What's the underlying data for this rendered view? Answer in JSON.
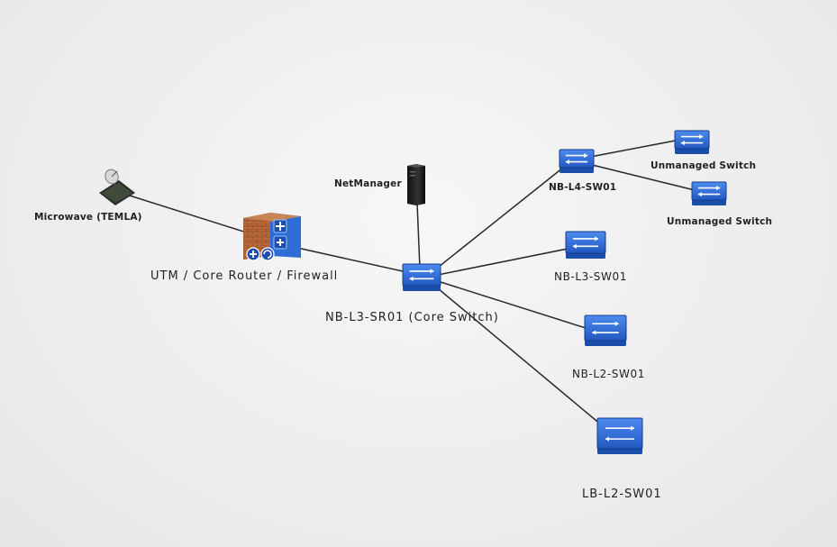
{
  "diagram": {
    "nodes": [
      {
        "id": "microwave",
        "label": "Microwave (TEMLA)",
        "icon": "satellite-dish-icon"
      },
      {
        "id": "utm",
        "label": "UTM / Core Router / Firewall",
        "icon": "router-firewall-icon"
      },
      {
        "id": "netmanager",
        "label": "NetManager",
        "icon": "server-tower-icon"
      },
      {
        "id": "core",
        "label": "NB-L3-SR01 (Core Switch)",
        "icon": "switch-icon"
      },
      {
        "id": "l4",
        "label": "NB-L4-SW01",
        "icon": "switch-icon"
      },
      {
        "id": "um1",
        "label": "Unmanaged Switch",
        "icon": "switch-icon"
      },
      {
        "id": "um2",
        "label": "Unmanaged Switch",
        "icon": "switch-icon"
      },
      {
        "id": "l3",
        "label": "NB-L3-SW01",
        "icon": "switch-icon"
      },
      {
        "id": "l2",
        "label": "NB-L2-SW01",
        "icon": "switch-icon"
      },
      {
        "id": "lb",
        "label": "LB-L2-SW01",
        "icon": "switch-icon"
      }
    ],
    "links": [
      [
        "microwave",
        "utm"
      ],
      [
        "utm",
        "core"
      ],
      [
        "netmanager",
        "core"
      ],
      [
        "core",
        "l4"
      ],
      [
        "core",
        "l3"
      ],
      [
        "core",
        "l2"
      ],
      [
        "core",
        "lb"
      ],
      [
        "l4",
        "um1"
      ],
      [
        "l4",
        "um2"
      ]
    ],
    "colors": {
      "link": "#2a2a2a",
      "switch_top": "#2f6fd6",
      "switch_side": "#1a4ea8",
      "router_wall": "#b5673a",
      "server": "#1c1c1c"
    }
  }
}
